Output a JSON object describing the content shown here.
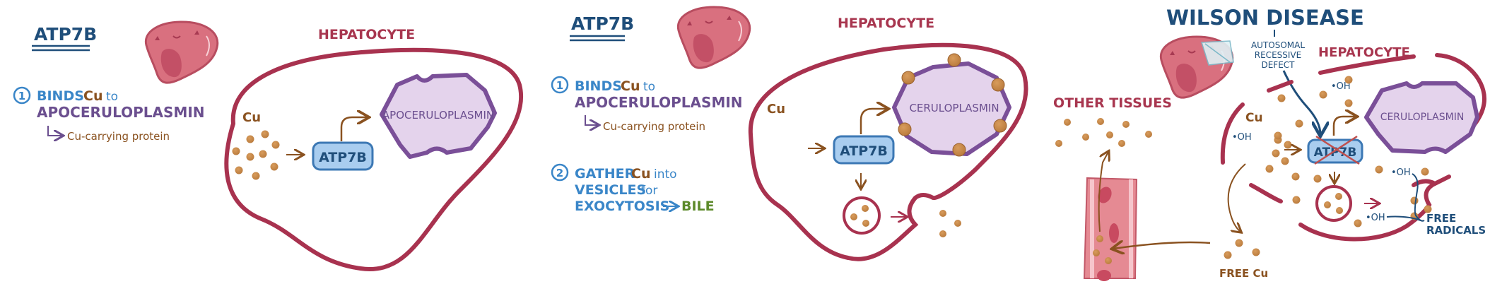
{
  "colors": {
    "membrane": "#a8324f",
    "copper": "#c98a48",
    "copper_stroke": "#9a6230",
    "protein_fill": "#e4d3ec",
    "protein_stroke": "#7a4f98",
    "atp7b_fill": "#a9cdef",
    "atp7b_stroke": "#3c78b4",
    "liver": "#d9707f",
    "title_blue": "#1f4e7a",
    "text_blue": "#3a86c8",
    "text_purple": "#6b4f8f",
    "text_brown": "#8a5220",
    "text_red": "#a8364f",
    "text_green": "#5c8a2a"
  },
  "panel1": {
    "heading": "ATP7B",
    "step1": {
      "number": "1",
      "line1_prefix": "BINDS",
      "line1_cu": "Cu",
      "line1_suffix": "to",
      "line2": "APOCERULOPLASMIN",
      "note": "Cu-carrying protein"
    },
    "cell_label": "HEPATOCYTE",
    "cu_label": "Cu",
    "transporter_label": "ATP7B",
    "protein_label": "APOCERULOPLASMIN"
  },
  "panel2": {
    "heading": "ATP7B",
    "step1": {
      "number": "1",
      "line1_prefix": "BINDS",
      "line1_cu": "Cu",
      "line1_suffix": "to",
      "line2": "APOCERULOPLASMIN",
      "note": "Cu-carrying protein"
    },
    "step2": {
      "number": "2",
      "line1_prefix": "GATHER",
      "line1_cu": "Cu",
      "line1_suffix": "into",
      "line2_prefix": "VESICLES",
      "line2_suffix": "for",
      "line3": "EXOCYTOSIS",
      "arrow": "→",
      "destination": "BILE"
    },
    "cell_label": "HEPATOCYTE",
    "cu_label": "Cu",
    "transporter_label": "ATP7B",
    "protein_label": "CERULOPLASMIN"
  },
  "panel3": {
    "title": "WILSON DISEASE",
    "defect_lines": [
      "AUTOSOMAL",
      "RECESSIVE",
      "DEFECT"
    ],
    "cell_label": "HEPATOCYTE",
    "other_tissues_label": "OTHER TISSUES",
    "cu_label": "Cu",
    "hydroxyl_label": "•OH",
    "transporter_label": "ATP7B",
    "protein_label": "CERULOPLASMIN",
    "free_cu_label": "FREE Cu",
    "free_radicals_lines": [
      "FREE",
      "RADICALS"
    ]
  }
}
